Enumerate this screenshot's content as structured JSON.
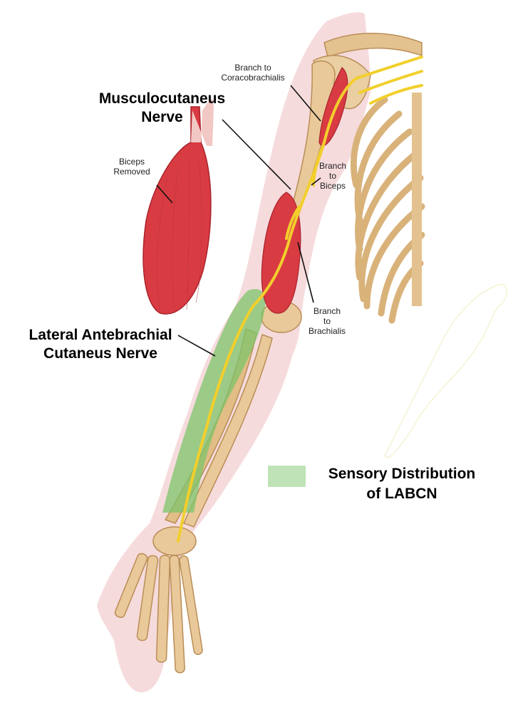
{
  "labels": {
    "musculocutaneus": "Musculocutaneus\nNerve",
    "lateral_antebrachial": "Lateral Antebrachial\nCutaneus Nerve",
    "biceps_removed": "Biceps\nRemoved",
    "branch_coracobrachialis": "Branch to\nCoracobrachialis",
    "branch_biceps": "Branch\nto\nBiceps",
    "branch_brachialis": "Branch\nto\nBrachialis"
  },
  "legend": {
    "label": "Sensory Distribution\nof LABCN",
    "color": "#bfe3b6"
  },
  "colors": {
    "skin": "#f4d5d7",
    "bone": "#e9c99a",
    "muscle": "#dd3b43",
    "nerve": "#f2cf2c",
    "sensory": "#8ccf78"
  }
}
